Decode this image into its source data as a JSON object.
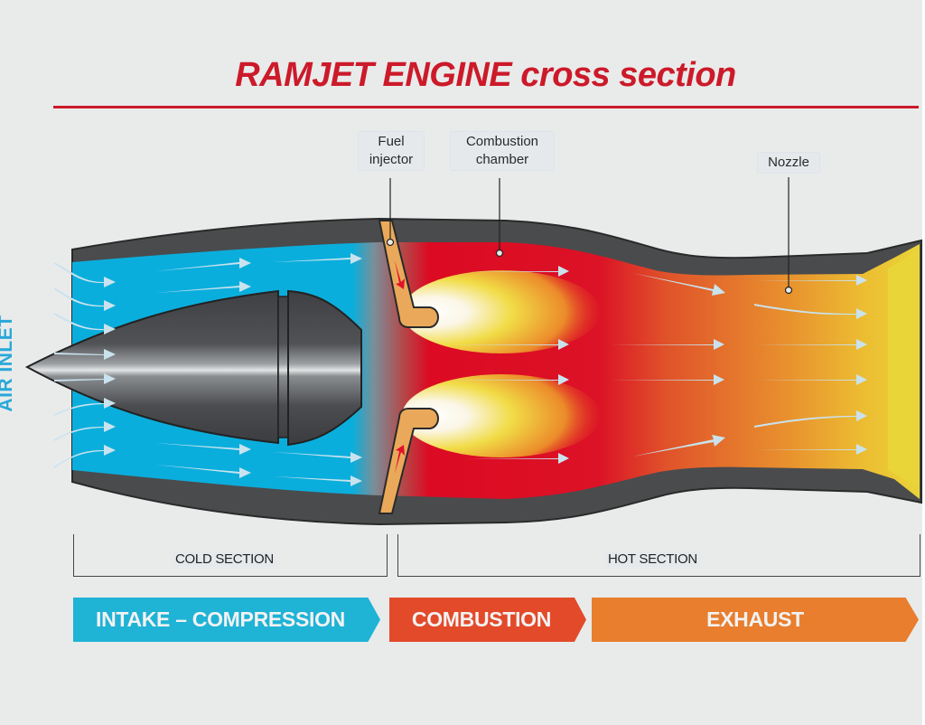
{
  "title": {
    "bold": "RAMJET ENGINE",
    "light": "cross section"
  },
  "labels": {
    "air_inlet": "AIR INLET",
    "fuel_injector": [
      "Fuel",
      "injector"
    ],
    "combustion_chamber": [
      "Combustion",
      "chamber"
    ],
    "nozzle": "Nozzle"
  },
  "sections": {
    "cold": "COLD SECTION",
    "hot": "HOT SECTION"
  },
  "phases": [
    {
      "label": "INTAKE – COMPRESSION",
      "color": "#1fb3d6"
    },
    {
      "label": "COMBUSTION",
      "color": "#e34a2a"
    },
    {
      "label": "EXHAUST",
      "color": "#e87e2e"
    }
  ],
  "colors": {
    "background": "#e9ebea",
    "title": "#cc1a2a",
    "casing": "#4a4b4d",
    "intake_air": "#0aaedc",
    "combustion": "#dc0a23",
    "exhaust_mid": "#e8792c",
    "exhaust_end": "#e8d434",
    "flow_arrow": "#c9e3ee",
    "fuel_line": "#eaa95a",
    "fuel_arrow": "#e0102a"
  }
}
